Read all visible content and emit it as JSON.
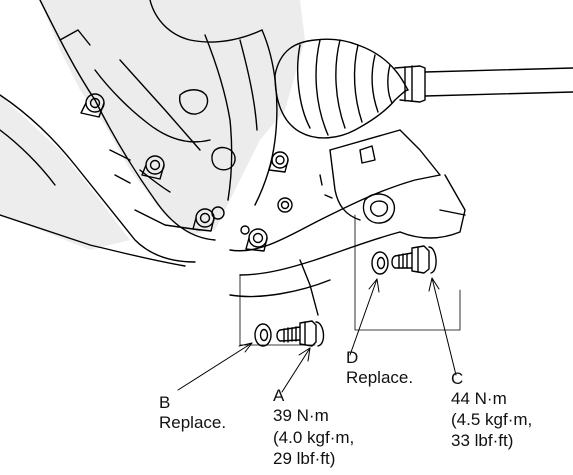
{
  "callouts": {
    "A": {
      "letter": "A",
      "torque_nm": "39 N·m",
      "torque_kgf": "(4.0 kgf·m,",
      "torque_lbf": "29 lbf·ft)"
    },
    "B": {
      "letter": "B",
      "note": "Replace."
    },
    "C": {
      "letter": "C",
      "torque_nm": "44 N·m",
      "torque_kgf": "(4.5 kgf·m,",
      "torque_lbf": "33 lbf·ft)"
    },
    "D": {
      "letter": "D",
      "note": "Replace."
    }
  }
}
